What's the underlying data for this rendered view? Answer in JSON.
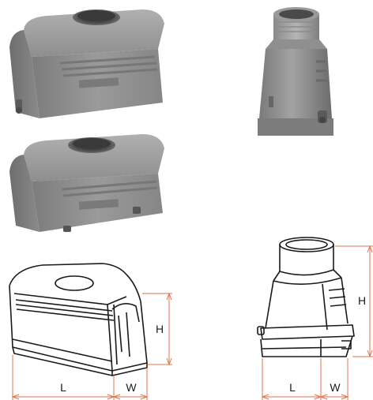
{
  "colors": {
    "housing_light": "#9b9b9b",
    "housing_mid": "#858585",
    "housing_dark": "#6a6a6a",
    "dimension_line": "#e0734c",
    "outline": "#1a1a1a"
  },
  "dimensions": {
    "hood_side": {
      "length_label": "L",
      "width_label": "W",
      "height_label": "H"
    },
    "hood_top": {
      "length_label": "L",
      "width_label": "W",
      "height_label": "H"
    }
  }
}
